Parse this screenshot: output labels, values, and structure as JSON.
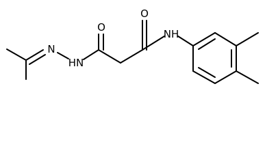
{
  "structure": {
    "atoms": {
      "O1": "O",
      "O2": "O",
      "NH1": "NH",
      "N1": "N",
      "HN2": "HN"
    },
    "colors": {
      "bond": "#000000",
      "label": "#000000",
      "background": "#ffffff"
    }
  }
}
